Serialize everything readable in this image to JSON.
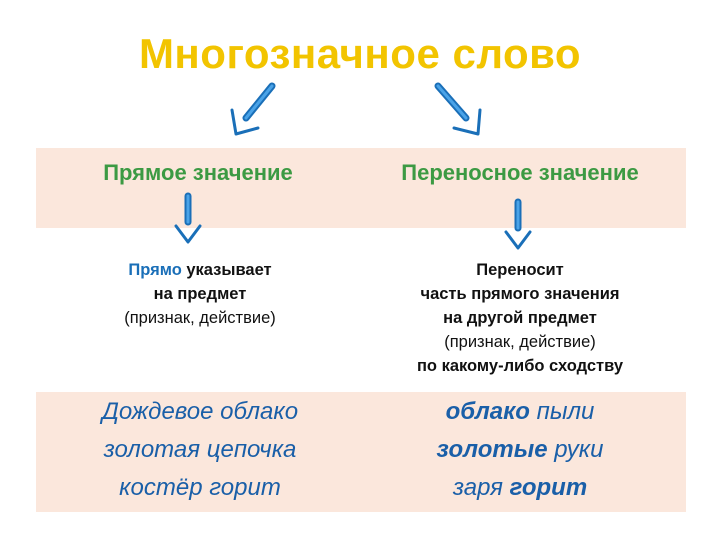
{
  "title": "Многозначное слово",
  "headings": {
    "left": "Прямое значение",
    "right": "Переносное значение"
  },
  "left_definition": {
    "line1_part1": "Прямо",
    "line1_part2": " указывает",
    "line2": "на предмет",
    "line3": "(признак, действие)"
  },
  "right_definition": {
    "line1": "Переносит",
    "line2": "часть прямого значения",
    "line3": "на другой предмет",
    "line4": "(признак, действие)",
    "line5": "по какому-либо сходству"
  },
  "left_examples": [
    "Дождевое облако",
    "золотая цепочка",
    "костёр горит"
  ],
  "right_examples": {
    "ex1_bold": "облако",
    "ex1_rest": " пыли",
    "ex2_bold": "золотые",
    "ex2_rest": " руки",
    "ex3_rest": "заря ",
    "ex3_bold": "горит"
  },
  "colors": {
    "title": "#f2c400",
    "heading": "#3c9a43",
    "band": "#fbe7dc",
    "arrow": "#1a6fb8",
    "example_text": "#1a5fa8"
  },
  "icons": [
    "arrow-down-left-icon",
    "arrow-down-right-icon",
    "arrow-down-icon"
  ]
}
